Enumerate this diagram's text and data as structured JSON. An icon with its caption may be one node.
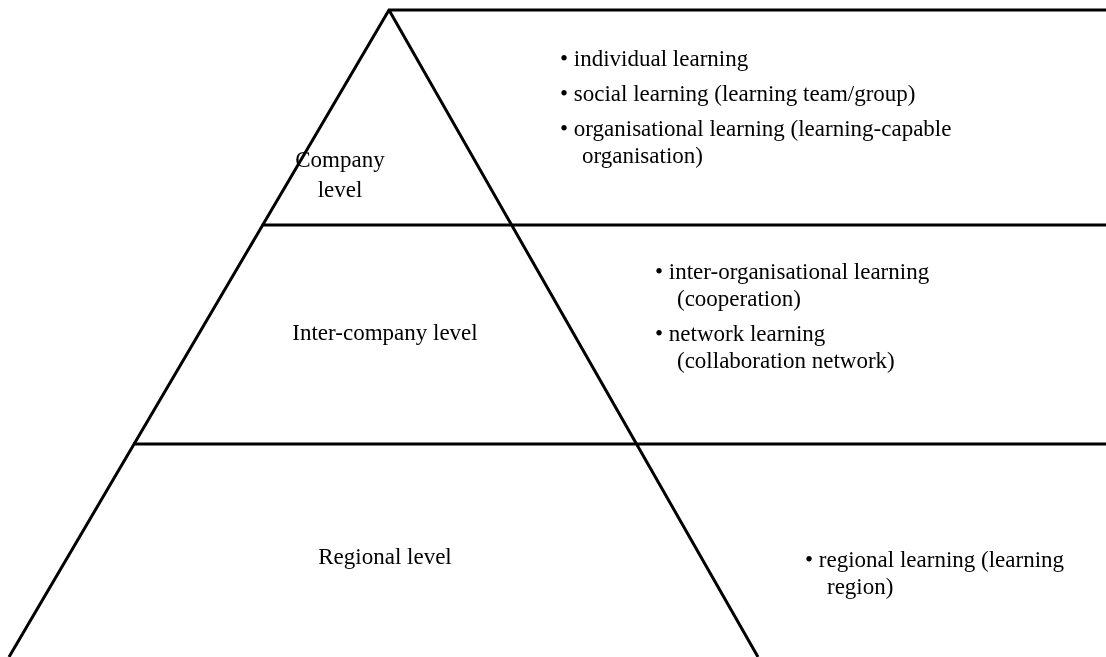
{
  "diagram": {
    "nodes": [
      {
        "text": [
          "Company level",
          "• individual learning",
          "• social learning (learning team/group)",
          "• organisational learning (learning-capable organisation)"
        ]
      },
      {
        "text": [
          "Inter-company level",
          "• inter-organisational learning (cooperation)",
          "• network learning (collaboration network)"
        ]
      },
      {
        "text": [
          "Regional level",
          "• regional learning (learning region)"
        ]
      }
    ]
  }
}
